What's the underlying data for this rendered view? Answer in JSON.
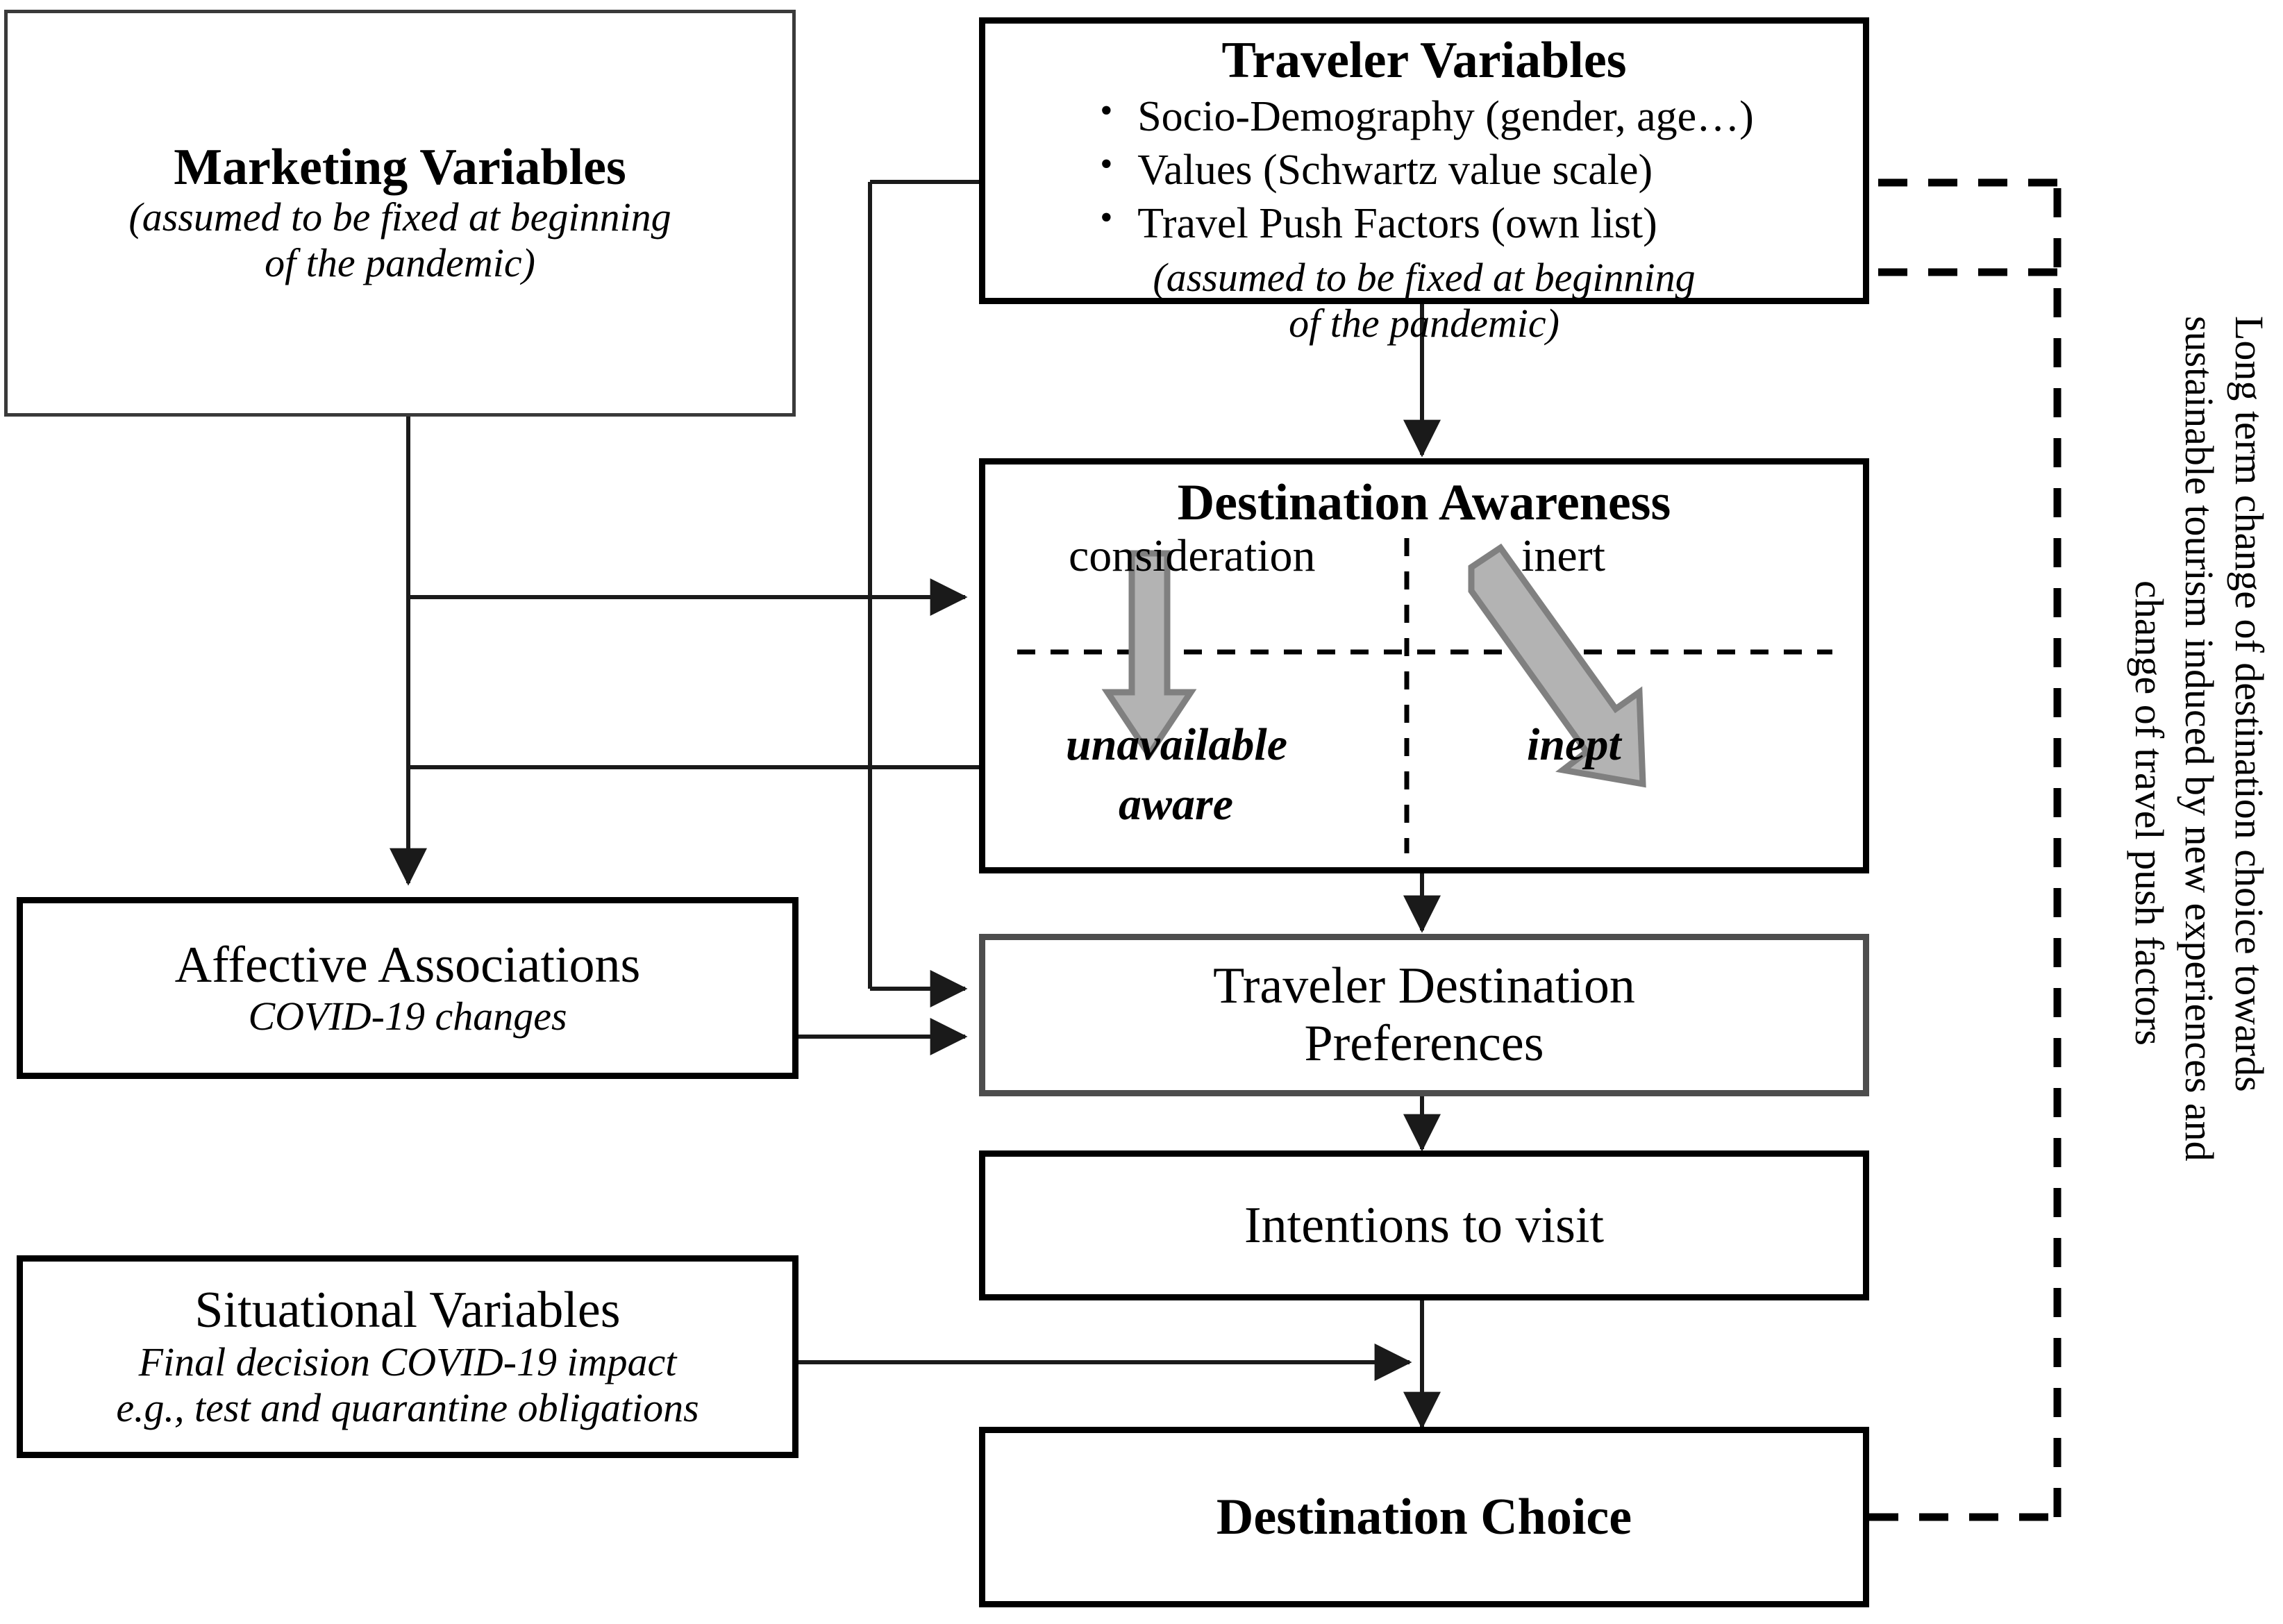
{
  "diagram": {
    "title": "Traveler destination choice conceptual model",
    "colors": {
      "line": "#000000",
      "box_border": "#000000",
      "gray_box_border": "#4d4d4d",
      "gray_arrow_fill": "#b3b3b3",
      "gray_arrow_stroke": "#808080",
      "background": "#ffffff"
    }
  },
  "boxes": {
    "marketing_variables": {
      "title": "Marketing Variables",
      "subtitle_line1": "(assumed to be fixed at beginning",
      "subtitle_line2": "of the pandemic)"
    },
    "traveler_variables": {
      "title": "Traveler Variables",
      "bullets": [
        "Socio-Demography (gender, age…)",
        "Values (Schwartz value scale)",
        "Travel Push Factors (own list)"
      ],
      "subtitle_line1": "(assumed to be fixed at beginning",
      "subtitle_line2": "of the pandemic)"
    },
    "destination_awareness": {
      "title": "Destination Awareness",
      "quadrants": {
        "top_left": "consideration",
        "top_right": "inert",
        "bottom_left_line1": "unavailable",
        "bottom_left_line2": "aware",
        "bottom_right": "inept"
      }
    },
    "affective_associations": {
      "title": "Affective Associations",
      "subtitle": "COVID-19 changes"
    },
    "traveler_destination_preferences": {
      "title_line1": "Traveler Destination",
      "title_line2": "Preferences"
    },
    "intentions_to_visit": {
      "title": "Intentions to visit"
    },
    "situational_variables": {
      "title": "Situational Variables",
      "subtitle_line1": "Final decision COVID-19 impact",
      "subtitle_line2": "e.g., test and quarantine obligations"
    },
    "destination_choice": {
      "title": "Destination Choice"
    }
  },
  "feedback_note": {
    "line1": "Long term change of destination choice towards",
    "line2": "sustainable tourism induced by new experiences and",
    "line3": "change of travel push factors"
  }
}
